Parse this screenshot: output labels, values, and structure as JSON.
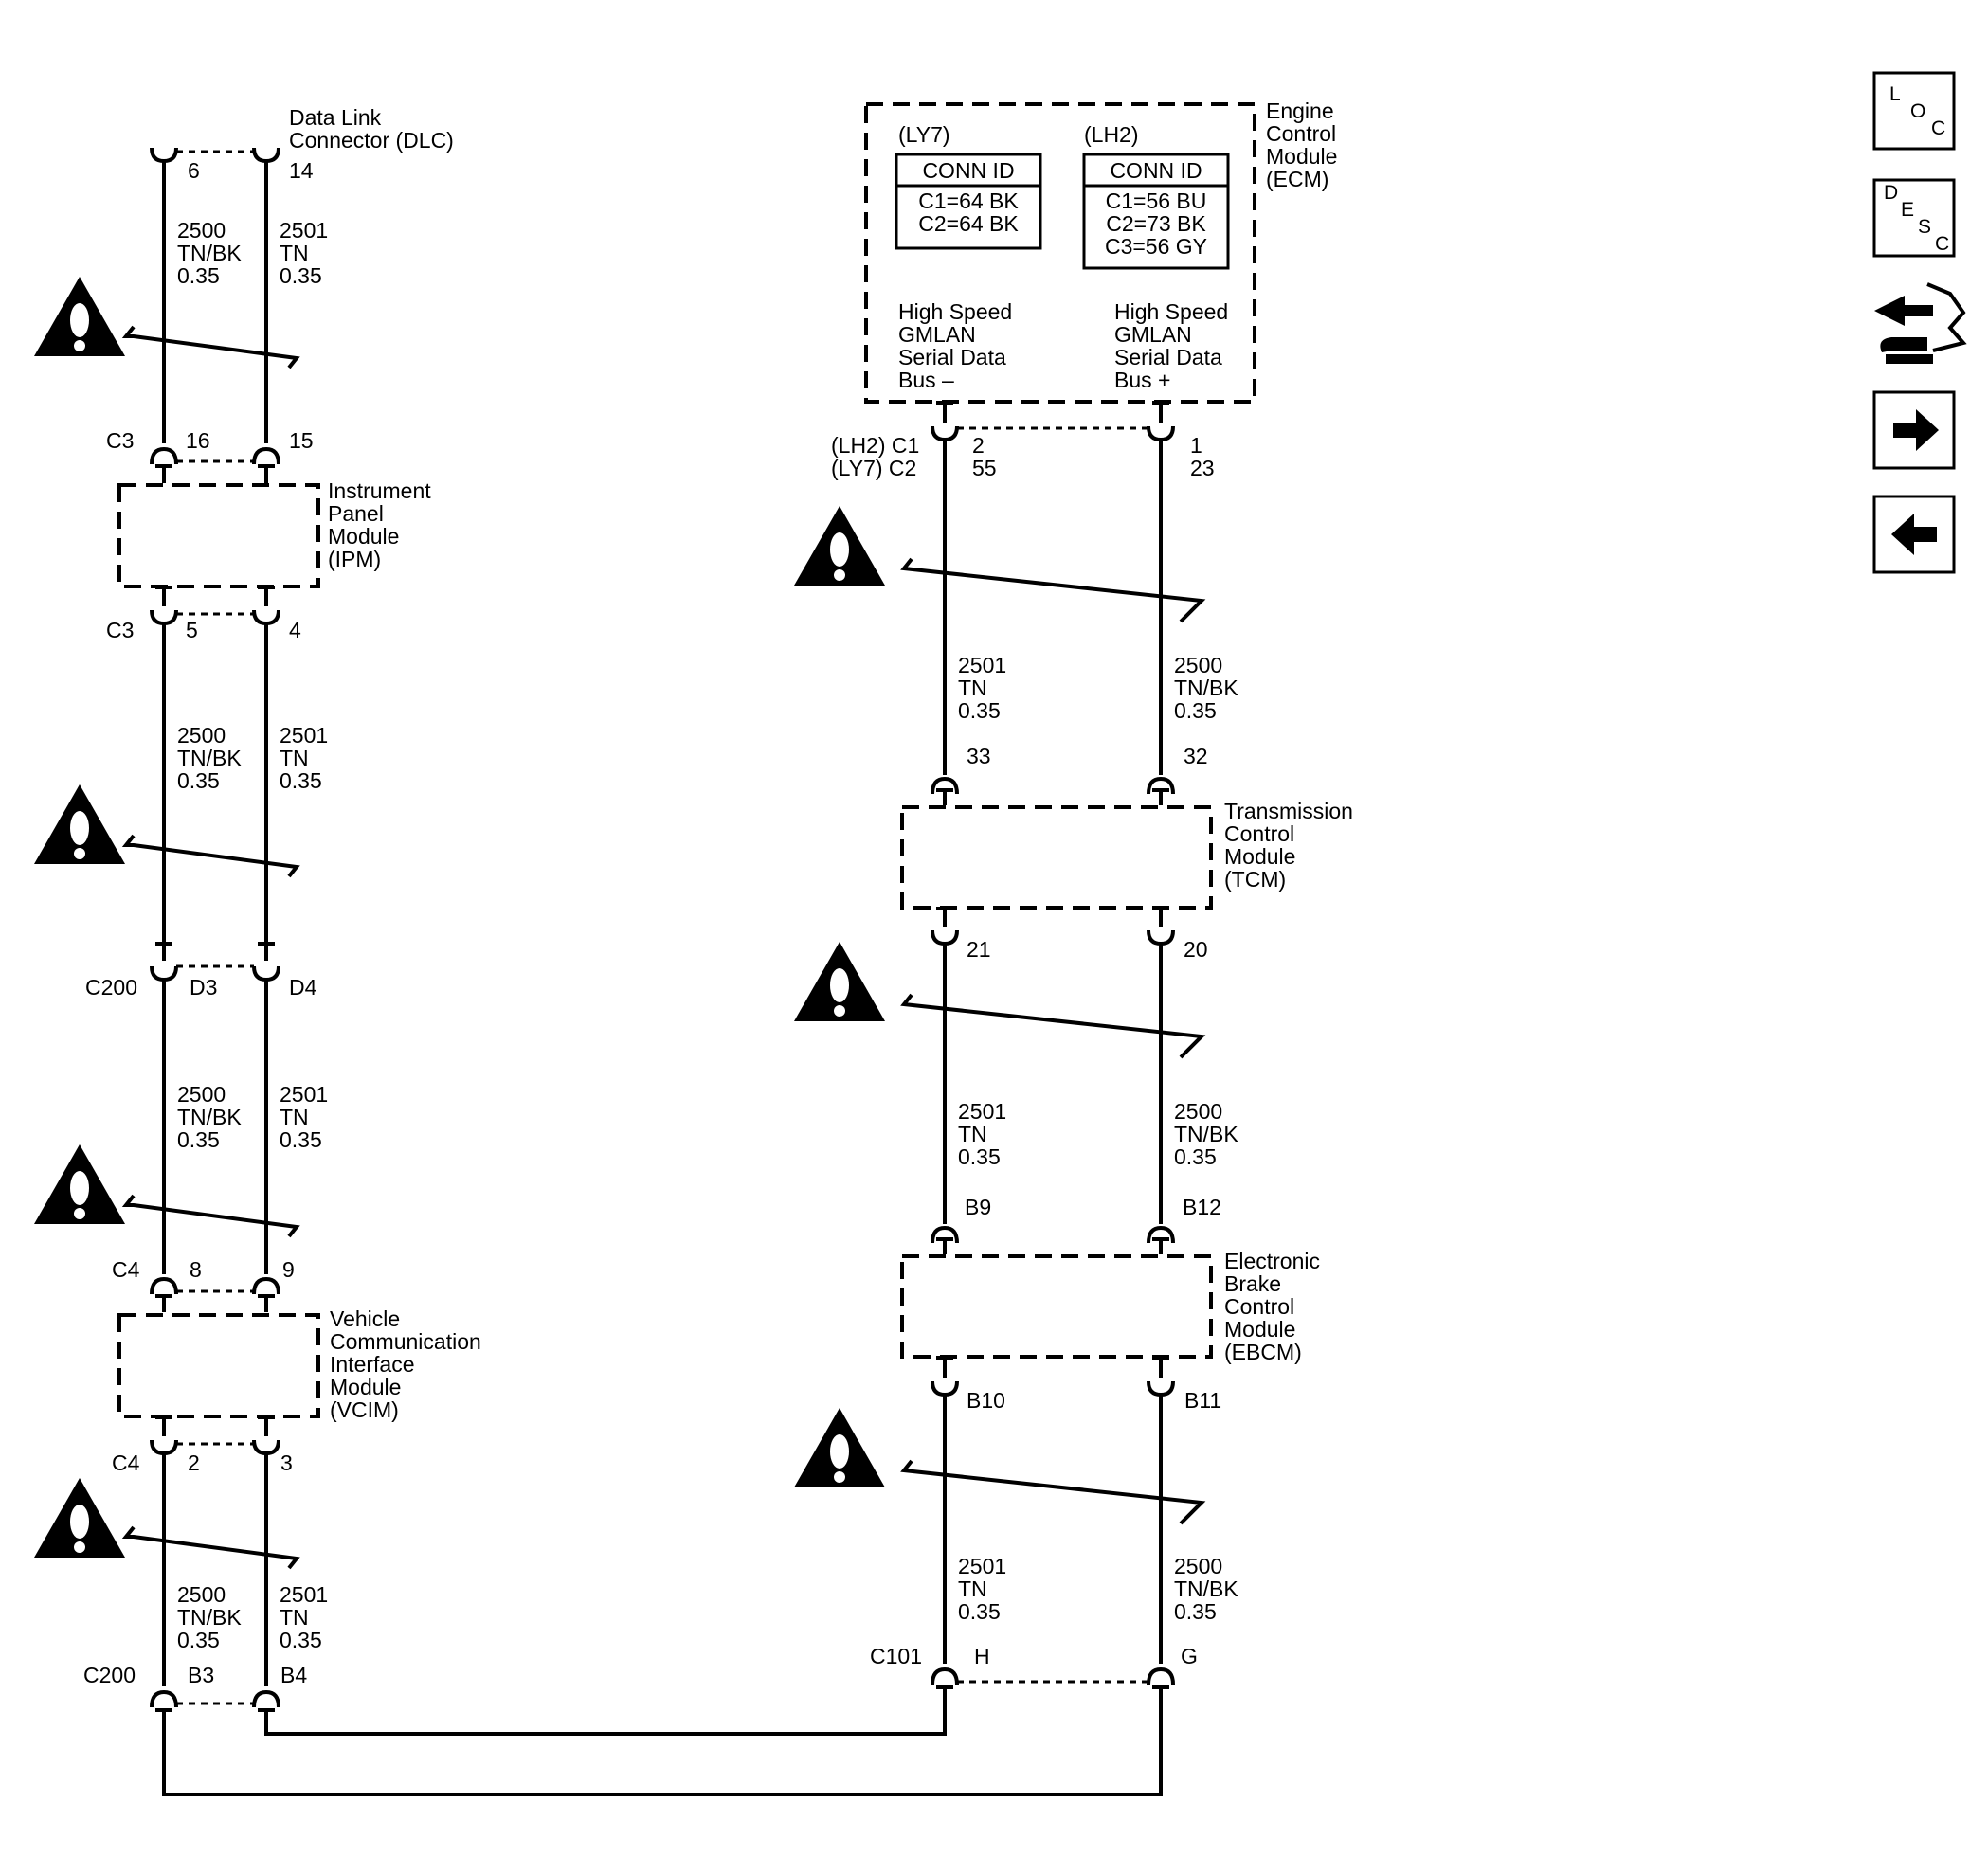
{
  "left_column": {
    "dlc": {
      "name": [
        "Data Link",
        "Connector (DLC)"
      ],
      "pin_a": "6",
      "pin_b": "14"
    },
    "ipm": {
      "name": [
        "Instrument",
        "Panel",
        "Module",
        "(IPM)"
      ],
      "top_conn": "C3",
      "top_pin_a": "16",
      "top_pin_b": "15",
      "bot_conn": "C3",
      "bot_pin_a": "5",
      "bot_pin_b": "4"
    },
    "c200_mid": {
      "name": "C200",
      "pin_a": "D3",
      "pin_b": "D4"
    },
    "vcim": {
      "name": [
        "Vehicle",
        "Communication",
        "Interface",
        "Module",
        "(VCIM)"
      ],
      "top_conn": "C4",
      "top_pin_a": "8",
      "top_pin_b": "9",
      "bot_conn": "C4",
      "bot_pin_a": "2",
      "bot_pin_b": "3"
    },
    "c200_bot": {
      "name": "C200",
      "pin_a": "B3",
      "pin_b": "B4"
    },
    "wire_a": [
      "2500",
      "TN/BK",
      "0.35"
    ],
    "wire_b": [
      "2501",
      "TN",
      "0.35"
    ]
  },
  "right_column": {
    "ecm": {
      "name": [
        "Engine",
        "Control",
        "Module",
        "(ECM)"
      ],
      "ly7": {
        "title": "(LY7)",
        "header": "CONN ID",
        "lines": [
          "C1=64 BK",
          "C2=64 BK"
        ]
      },
      "lh2": {
        "title": "(LH2)",
        "header": "CONN ID",
        "lines": [
          "C1=56 BU",
          "C2=73 BK",
          "C3=56 GY"
        ]
      },
      "bus_minus": [
        "High Speed",
        "GMLAN",
        "Serial Data",
        "Bus –"
      ],
      "bus_plus": [
        "High Speed",
        "GMLAN",
        "Serial Data",
        "Bus +"
      ],
      "conn_labels": [
        "(LH2) C1",
        "(LY7) C2"
      ],
      "pins_a": [
        "2",
        "55"
      ],
      "pins_b": [
        "1",
        "23"
      ]
    },
    "tcm": {
      "name": [
        "Transmission",
        "Control",
        "Module",
        "(TCM)"
      ],
      "top_pin_a": "33",
      "top_pin_b": "32",
      "bot_pin_a": "21",
      "bot_pin_b": "20"
    },
    "ebcm": {
      "name": [
        "Electronic",
        "Brake",
        "Control",
        "Module",
        "(EBCM)"
      ],
      "top_pin_a": "B9",
      "top_pin_b": "B12",
      "bot_pin_a": "B10",
      "bot_pin_b": "B11"
    },
    "c101": {
      "name": "C101",
      "pin_a": "H",
      "pin_b": "G"
    },
    "wire_a": [
      "2501",
      "TN",
      "0.35"
    ],
    "wire_b": [
      "2500",
      "TN/BK",
      "0.35"
    ]
  },
  "toolbar": {
    "loc": [
      "L",
      "O",
      "C"
    ],
    "desc": [
      "D",
      "E",
      "S",
      "C"
    ],
    "icons": [
      "connector-repair-icon",
      "arrow-right-icon",
      "arrow-left-icon"
    ]
  },
  "colors": {
    "ink": "#000000",
    "background": "#ffffff"
  }
}
